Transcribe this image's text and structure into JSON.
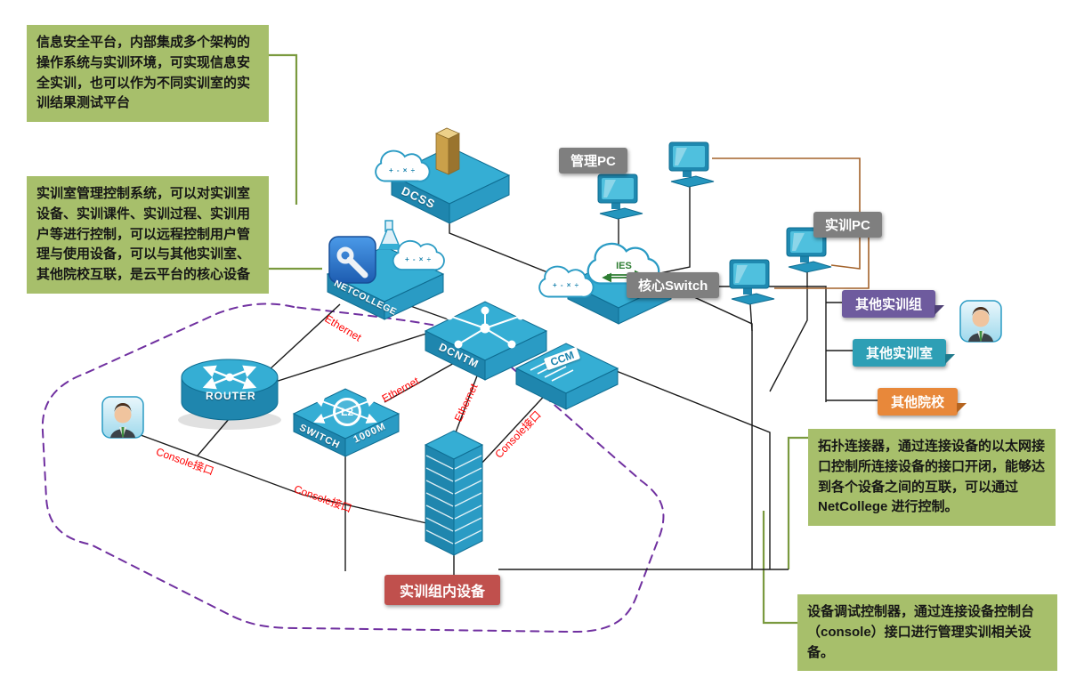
{
  "callouts": {
    "platform": "信息安全平台，内部集成多个架构的操作系统与实训环境，可实现信息安全实训，也可以作为不同实训室的实训结果测试平台",
    "management": "实训室管理控制系统，可以对实训室设备、实训课件、实训过程、实训用户等进行控制，可以远程控制用户管理与使用设备，可以与其他实训室、其他院校互联，是云平台的核心设备",
    "topology": "拓扑连接器，通过连接设备的以太网接口控制所连接设备的接口开闭，能够达到各个设备之间的互联，可以通过 NetCollege 进行控制。",
    "console": "设备调试控制器，通过连接设备控制台（console）接口进行管理实训相关设备。"
  },
  "devices": {
    "dcss": "DCSS",
    "netcollege": "NETCOLLEGE",
    "dcntm": "DCNTM",
    "ccm": "CCM",
    "ies": "IES",
    "router": "ROUTER",
    "switch": "SWITCH",
    "l2": "L2",
    "speed": "1000M",
    "cloud_ops": "+ - × ÷"
  },
  "labels": {
    "mgmt_pc": "管理PC",
    "training_pc": "实训PC",
    "core_switch": "核心Switch",
    "other_group": "其他实训组",
    "other_lab": "其他实训室",
    "other_college": "其他院校",
    "group_devices": "实训组内设备"
  },
  "edges": {
    "ethernet": "Ethernet",
    "console_port": "Console接口"
  },
  "colors": {
    "callout_green": "#a7bf6b",
    "device_teal": "#2596be",
    "badge_gray": "#7f7f7f",
    "badge_purple": "#6e5b9e",
    "badge_teal": "#2e9fb5",
    "badge_orange": "#e8883a",
    "badge_red": "#c0504d",
    "edge_red": "#ff0000",
    "line_black": "#1a1a1a",
    "line_brown": "#a3622a",
    "boundary_purple": "#7030a0"
  }
}
